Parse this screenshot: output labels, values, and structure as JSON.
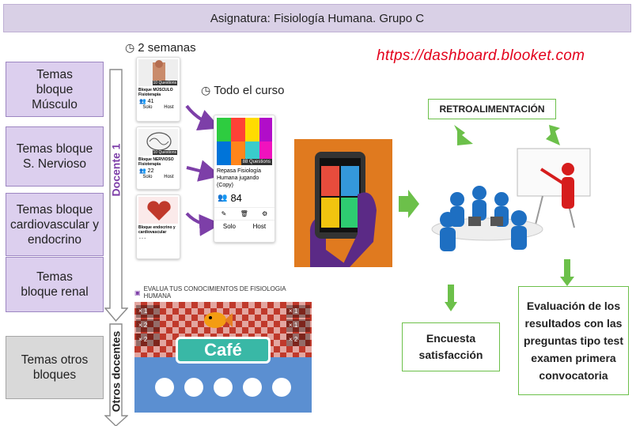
{
  "header": {
    "title": "Asignatura: Fisiología Humana. Grupo C"
  },
  "url": "https://dashboard.blooket.com",
  "topics": [
    {
      "label": "Temas bloque Músculo"
    },
    {
      "label": "Temas bloque S. Nervioso"
    },
    {
      "label": "Temas bloque cardiovascular y endocrino"
    },
    {
      "label": "Temas bloque renal"
    }
  ],
  "other_topics": {
    "label": "Temas otros bloques"
  },
  "axis": {
    "docente1": "Docente 1",
    "otros": "Otros docentes"
  },
  "timing": {
    "two_weeks": "2 semanas",
    "whole_course": "Todo el curso"
  },
  "small_sets": [
    {
      "title": "Bloque MÚSCULO Fisioterapia",
      "badge": "10 Questions",
      "plays": "41"
    },
    {
      "title": "Bloque NERVIOSO Fisioterapia",
      "badge": "10 Questions",
      "plays": "22"
    },
    {
      "title": "Bloque endocrino y cardiovascular",
      "badge": "",
      "plays": ""
    }
  ],
  "set_buttons": {
    "solo": "Solo",
    "host": "Host"
  },
  "main_set": {
    "title": "Repasa Fisiología Humana jugando (Copy)",
    "badge": "88 Questions",
    "plays": "84",
    "solo": "Solo",
    "host": "Host"
  },
  "game": {
    "banner": "EVALUA TUS CONOCIMIENTOS DE FISIOLOGIA HUMANA",
    "mode": "Café",
    "counts": [
      "× 1",
      "× 2",
      "× 2",
      "× 1",
      "× 1",
      "× 2"
    ]
  },
  "feedback": {
    "label": "RETROALIMENTACIÓN"
  },
  "survey": {
    "label": "Encuesta satisfacción"
  },
  "evaluation": {
    "label": "Evaluación de los resultados con las preguntas tipo test examen primera convocatoria"
  },
  "colors": {
    "purple": "#7d3fa8",
    "green": "#6cc04a",
    "red": "#e3001b",
    "header_bg": "#d9d0e6",
    "topic_bg": "#dccfee"
  }
}
